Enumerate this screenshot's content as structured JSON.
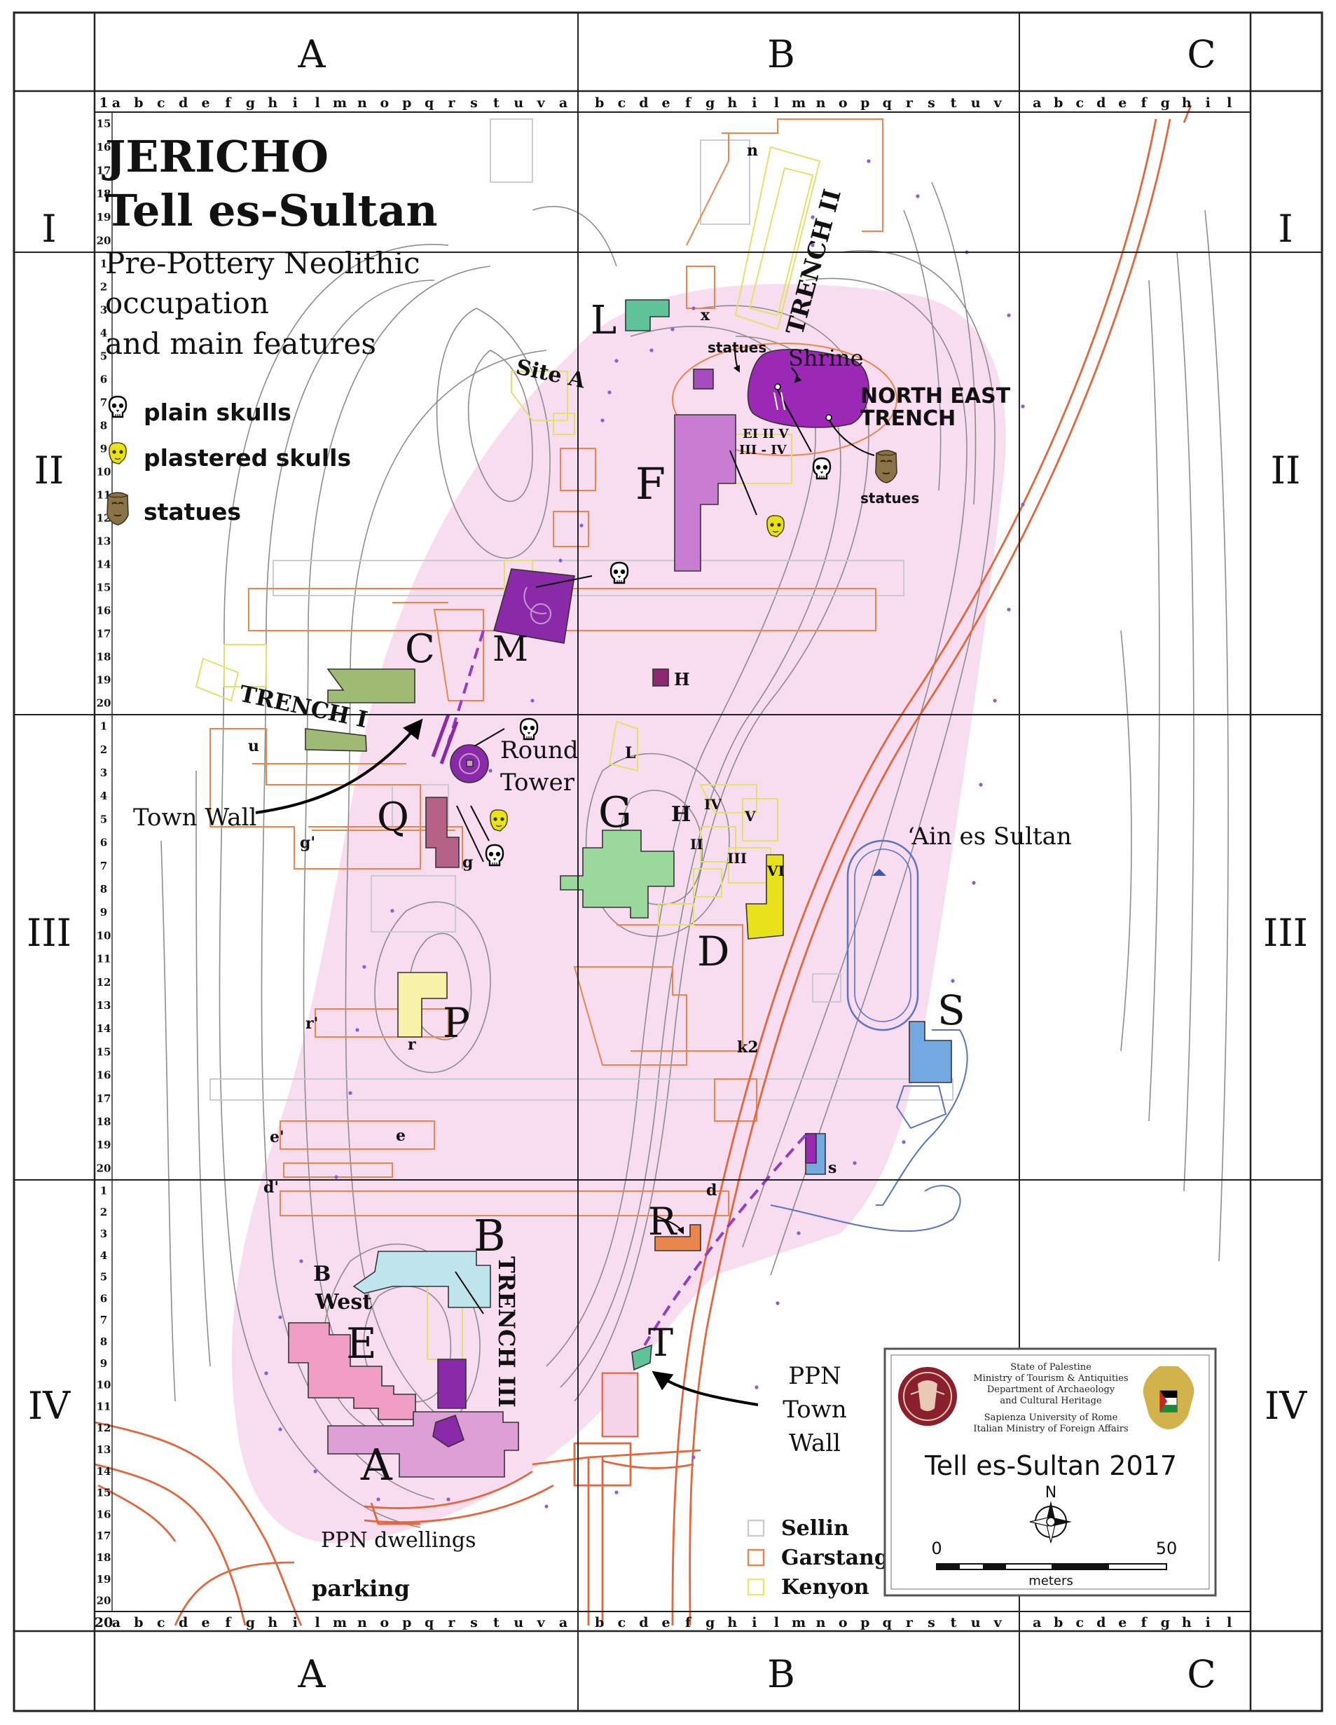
{
  "grid": {
    "cols_top": [
      "A",
      "B",
      "C"
    ],
    "cols_bottom": [
      "A",
      "B",
      "C"
    ],
    "rows_left": [
      "I",
      "II",
      "III",
      "IV"
    ],
    "rows_right": [
      "I",
      "II",
      "III",
      "IV"
    ],
    "sub_letters_A": [
      "a",
      "b",
      "c",
      "d",
      "e",
      "f",
      "g",
      "h",
      "i",
      "l",
      "m",
      "n",
      "o",
      "p",
      "q",
      "r",
      "s",
      "t",
      "u",
      "v",
      "a"
    ],
    "sub_letters_B": [
      "b",
      "c",
      "d",
      "e",
      "f",
      "g",
      "h",
      "i",
      "l",
      "m",
      "n",
      "o",
      "p",
      "q",
      "r",
      "s",
      "t",
      "u",
      "v"
    ],
    "sub_letters_C": [
      "a",
      "b",
      "c",
      "d",
      "e",
      "f",
      "g",
      "h",
      "i",
      "l"
    ],
    "top_row_number": "1",
    "bottom_row_number": "20",
    "row_numbers_I": [
      "15",
      "16",
      "17",
      "18",
      "19",
      "20"
    ],
    "row_numbers_full": [
      "1",
      "2",
      "3",
      "4",
      "5",
      "6",
      "7",
      "8",
      "9",
      "10",
      "11",
      "12",
      "13",
      "14",
      "15",
      "16",
      "17",
      "18",
      "19",
      "20"
    ]
  },
  "title": {
    "line1": "JERICHO",
    "line2": "Tell es-Sultan",
    "subtitle1": "Pre-Pottery Neolithic",
    "subtitle2": "occupation",
    "subtitle3": "and main features"
  },
  "legend": {
    "plain_skulls": "plain skulls",
    "plastered_skulls": "plastered skulls",
    "statues": "statues",
    "icon_plain": "skull-icon",
    "icon_plastered": "plastered-skull-icon",
    "icon_statue": "statue-icon"
  },
  "labels": {
    "site_a": "Site A",
    "trench_ii": "TRENCH II",
    "n": "n",
    "x": "x",
    "L": "L",
    "statues_top": "statues",
    "shrine": "Shrine",
    "net_line1": "NORTH EAST",
    "net_line2": "TRENCH",
    "eiiv_1": "EI II V",
    "eiiv_2": "III - IV",
    "F": "F",
    "statues_bottom": "statues",
    "M": "M",
    "C": "C",
    "trench_i": "TRENCH I",
    "H_small": "H",
    "u": "u",
    "round_tower1": "Round",
    "round_tower2": "Tower",
    "l_small": "L",
    "town_wall": "Town Wall",
    "Q": "Q",
    "g_prime": "g'",
    "g": "g",
    "G": "G",
    "H": "H",
    "IV_small": "IV",
    "V_small": "V",
    "II_small": "II",
    "III_small": "III",
    "VI_small": "VI",
    "ain": "‘Ain  es  Sultan",
    "D": "D",
    "P": "P",
    "r_prime": "r'",
    "r": "r",
    "k2": "k2",
    "S": "S",
    "e_prime": "e'",
    "e": "e",
    "s": "s",
    "d_prime": "d'",
    "d": "d",
    "R": "R",
    "B": "B",
    "b_west1": "B",
    "b_west2": "West",
    "trench_iii": "TRENCH III",
    "E": "E",
    "T": "T",
    "ppn1": "PPN",
    "ppn2": "Town",
    "ppn3": "Wall",
    "A": "A",
    "ppn_dwellings": "PPN dwellings",
    "parking": "parking"
  },
  "excavation_legend": {
    "sellin": "Sellin",
    "garstang": "Garstang",
    "kenyon": "Kenyon"
  },
  "colors": {
    "sellin": "#c8ccd4",
    "garstang": "#e8864e",
    "kenyon": "#e6ea6a",
    "tell_fill": "#f8dcef",
    "contour": "#8d8d8d",
    "road": "#e4663c"
  },
  "info_box": {
    "line1": "State of Palestine",
    "line2": "Ministry of Tourism & Antiquities",
    "line3": "Department of Archaeology",
    "line4": "and Cultural Heritage",
    "line5": "Sapienza University of Rome",
    "line6": "Italian Ministry of Foreign Affairs",
    "title": "Tell es-Sultan 2017",
    "north": "N",
    "scale_min": "0",
    "scale_max": "50",
    "scale_unit": "meters",
    "emblem_left": "sapienza-seal-icon",
    "emblem_right": "palestine-eagle-emblem-icon"
  }
}
